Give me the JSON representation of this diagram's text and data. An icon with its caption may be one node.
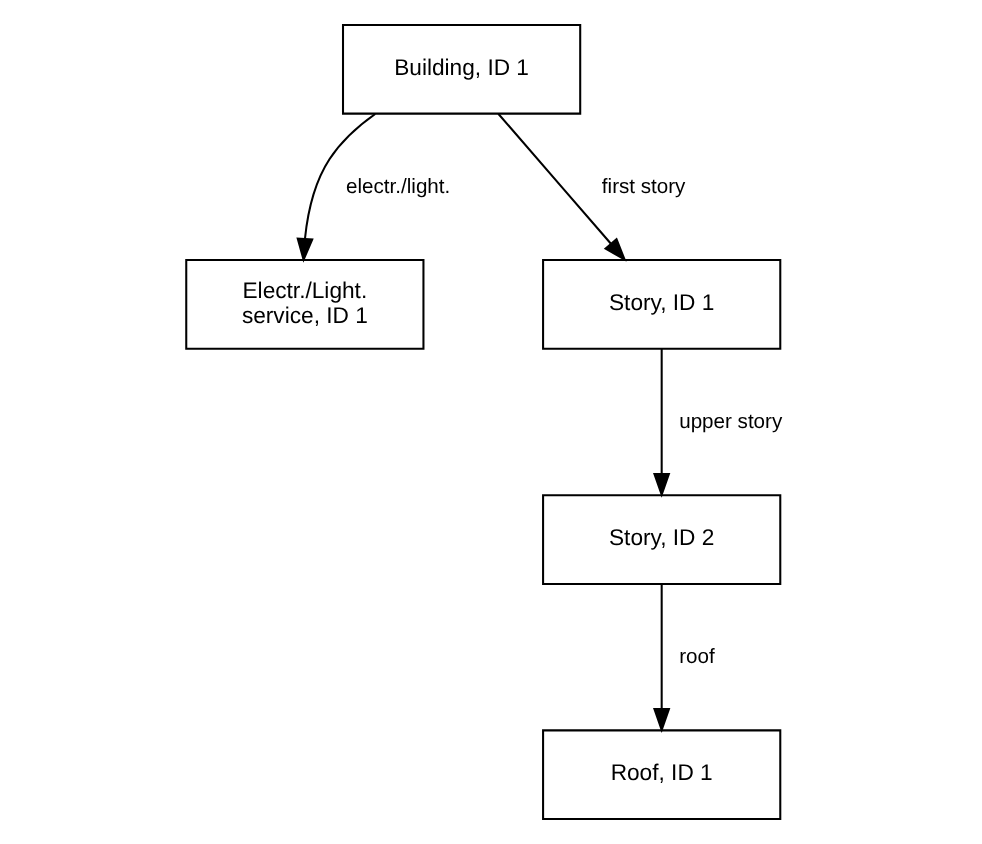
{
  "diagram": {
    "nodes": [
      {
        "text": [
          "Building, ID 1"
        ]
      },
      {
        "text": [
          "Electr./Light. service, ID 1"
        ]
      },
      {
        "text": [
          "Story, ID 1"
        ]
      },
      {
        "text": [
          "Story, ID 2"
        ]
      },
      {
        "text": [
          "Roof, ID 1"
        ]
      }
    ],
    "edges": [
      {
        "from": 0,
        "to": 1,
        "arrow": "to",
        "label": "electr./light."
      },
      {
        "from": 0,
        "to": 2,
        "arrow": "to",
        "label": "first story"
      },
      {
        "from": 2,
        "to": 3,
        "arrow": "to",
        "label": "upper story"
      },
      {
        "from": 3,
        "to": 4,
        "arrow": "to",
        "label": "roof"
      }
    ]
  }
}
